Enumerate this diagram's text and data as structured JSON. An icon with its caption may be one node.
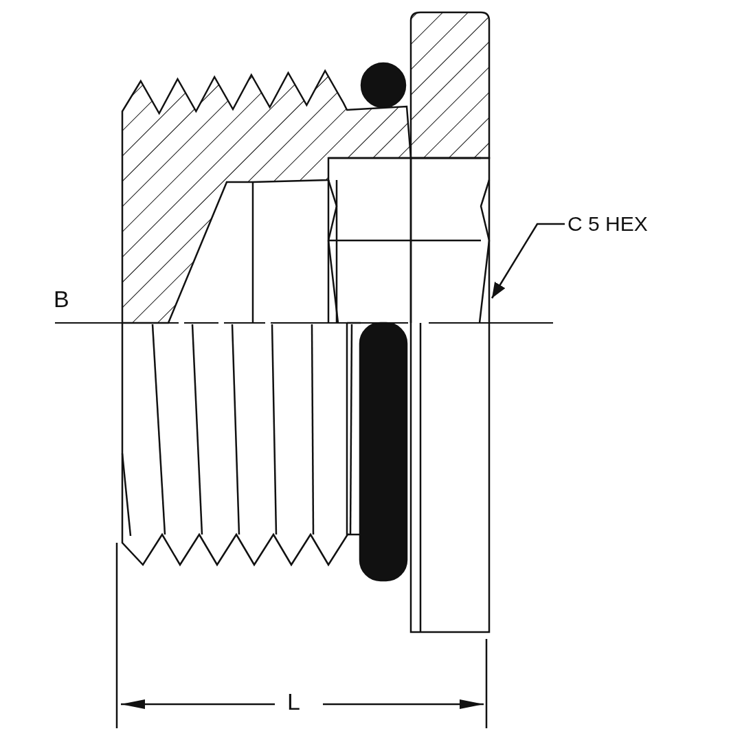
{
  "diagram": {
    "nodes": [
      {
        "text": [
          "C 5 HEX"
        ]
      },
      {
        "text": [],
        "shape": "picture"
      }
    ],
    "edges": [
      {
        "from": 0,
        "to": 1,
        "arrow": "to"
      }
    ],
    "labels": [
      "B",
      "L"
    ]
  }
}
